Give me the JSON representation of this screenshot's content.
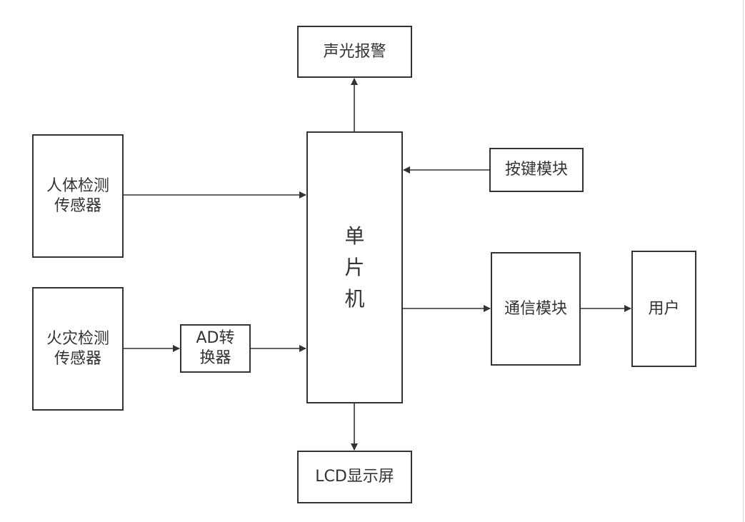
{
  "diagram": {
    "type": "block-diagram",
    "nodes": {
      "alarm": {
        "label": "声光报警"
      },
      "mcu": {
        "label_lines": [
          "单",
          "片",
          "机"
        ]
      },
      "human_sensor": {
        "label_lines": [
          "人体检测",
          "传感器"
        ]
      },
      "fire_sensor": {
        "label_lines": [
          "火灾检测",
          "传感器"
        ]
      },
      "ad_converter": {
        "label_lines": [
          "AD转",
          "换器"
        ]
      },
      "lcd": {
        "label": "LCD显示屏"
      },
      "keypad": {
        "label": "按键模块"
      },
      "comm": {
        "label": "通信模块"
      },
      "user": {
        "label": "用户"
      }
    },
    "edges": [
      {
        "from": "mcu",
        "to": "alarm"
      },
      {
        "from": "human_sensor",
        "to": "mcu"
      },
      {
        "from": "keypad",
        "to": "mcu"
      },
      {
        "from": "fire_sensor",
        "to": "ad_converter"
      },
      {
        "from": "ad_converter",
        "to": "mcu"
      },
      {
        "from": "mcu",
        "to": "comm"
      },
      {
        "from": "comm",
        "to": "user"
      },
      {
        "from": "mcu",
        "to": "lcd"
      }
    ],
    "colors": {
      "stroke": "#333333",
      "background": "#ffffff"
    }
  }
}
